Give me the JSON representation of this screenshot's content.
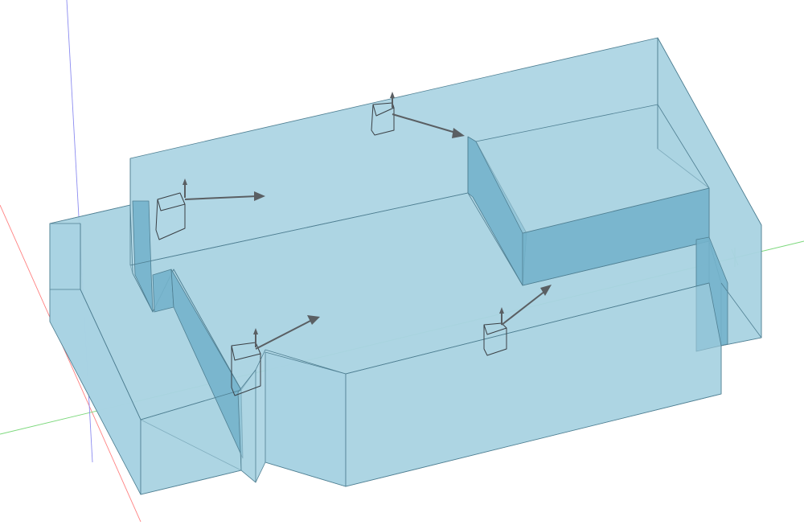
{
  "colors": {
    "background": "#ffffff",
    "volume_fill": "#a9d3e2",
    "volume_dark": "#74b3cb",
    "edge": "#4f7f92",
    "x_axis": "#ff8080",
    "y_axis": "#7bd87b",
    "z_axis": "#8c8cf0",
    "camera": "#3a3f44",
    "arrow": "#5a5f63"
  },
  "scene": {
    "axes": [
      "x-axis",
      "y-axis",
      "z-axis"
    ],
    "camera_count": 5,
    "icons": [
      "camera-icon",
      "direction-arrow-icon",
      "axis-origin-icon"
    ]
  }
}
